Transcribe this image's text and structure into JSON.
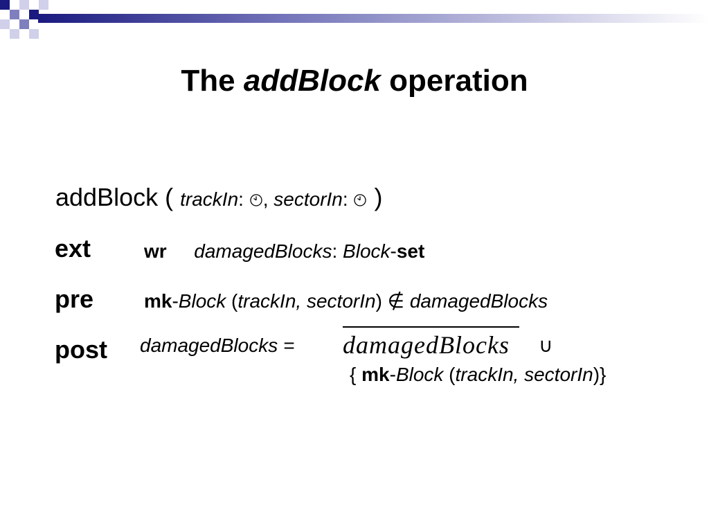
{
  "slide": {
    "title": {
      "prefix": "The ",
      "name": "addBlock",
      "suffix": " operation"
    },
    "signature": {
      "name": "addBlock (",
      "param1": "trackIn",
      "colon1": ": ",
      "sep": ", ",
      "param2": "sectorIn",
      "colon2": ": ",
      "close": " )",
      "type_icon": "clock-icon"
    },
    "ext": {
      "keyword": "ext",
      "mode": "wr",
      "variable": "damagedBlocks",
      "colon": ": ",
      "type": "Block",
      "dash": "-",
      "type_suffix": "set"
    },
    "pre": {
      "keyword": "pre",
      "mk": "mk",
      "dash": "-",
      "constructor": "Block",
      "open": " (",
      "args": "trackIn, sectorIn",
      "close": ")",
      "not_member": " ∉ ",
      "target": "damagedBlocks"
    },
    "post": {
      "keyword": "post",
      "lhs": "damagedBlocks =",
      "old_state": "damagedBlocks",
      "union": "∪",
      "open_brace": "{ ",
      "mk": "mk",
      "dash": "-",
      "constructor": "Block",
      "open": " (",
      "args": "trackIn, sectorIn",
      "close": ")}"
    },
    "colors": {
      "deco_dark": "#1a1a80",
      "deco_mid": "#7f7fbf",
      "deco_light": "#d0d0ea"
    }
  }
}
